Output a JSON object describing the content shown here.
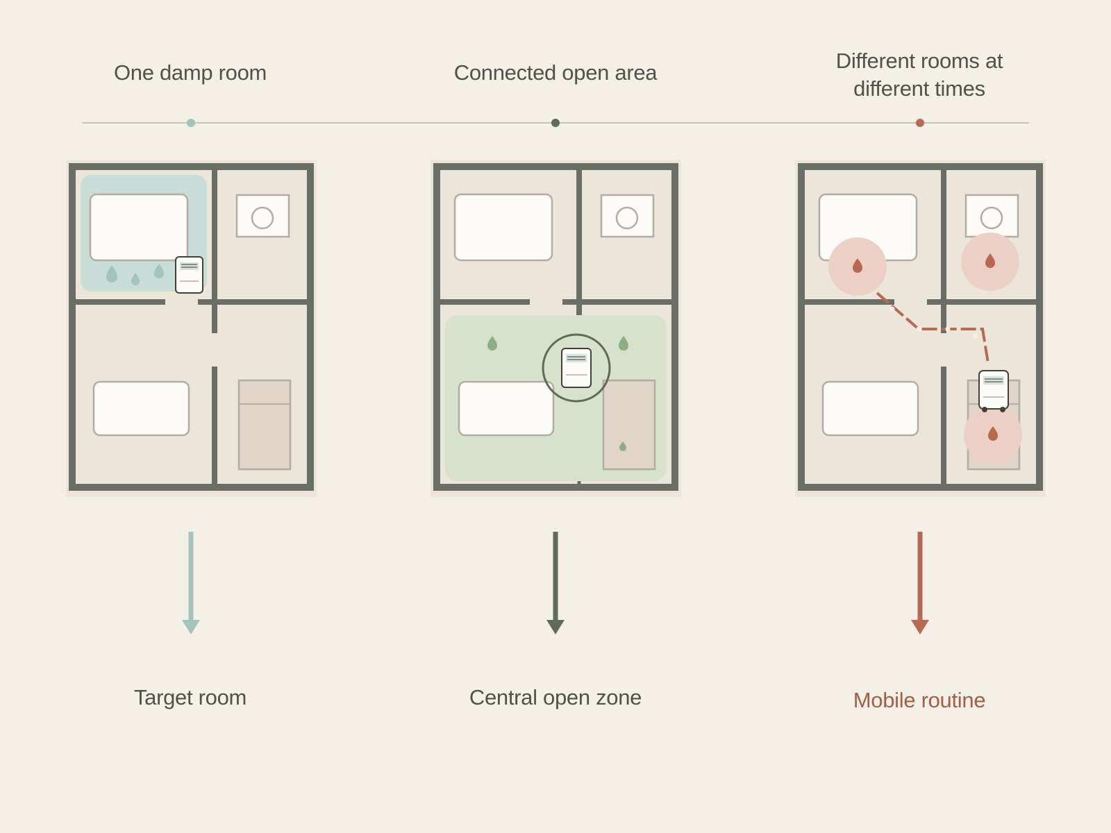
{
  "colors": {
    "background": "#f4f0e8",
    "wall": "#6b6e66",
    "room_floor": "#ece5da",
    "furniture": "#fcfbf7",
    "furniture_outline": "#b3aca2",
    "target": "#a3c3bd",
    "target_zone": "#c8ddd7",
    "central": "#5f6b58",
    "central_zone": "#d7e2cd",
    "mobile": "#b86a51",
    "mobile_zone": "#ecd0c6",
    "timeline": "#c4c4b4"
  },
  "columns": [
    {
      "scenario_label": "One damp room",
      "result_label": "Target room",
      "accent_color": "#a3c3bd",
      "result_color": "#4e5248"
    },
    {
      "scenario_label": "Connected open area",
      "result_label": "Central open zone",
      "accent_color": "#5f6b58",
      "result_color": "#4e5248"
    },
    {
      "scenario_label": "Different rooms at different times",
      "result_label": "Mobile routine",
      "accent_color": "#b86a51",
      "result_color": "#a35e48"
    }
  ]
}
